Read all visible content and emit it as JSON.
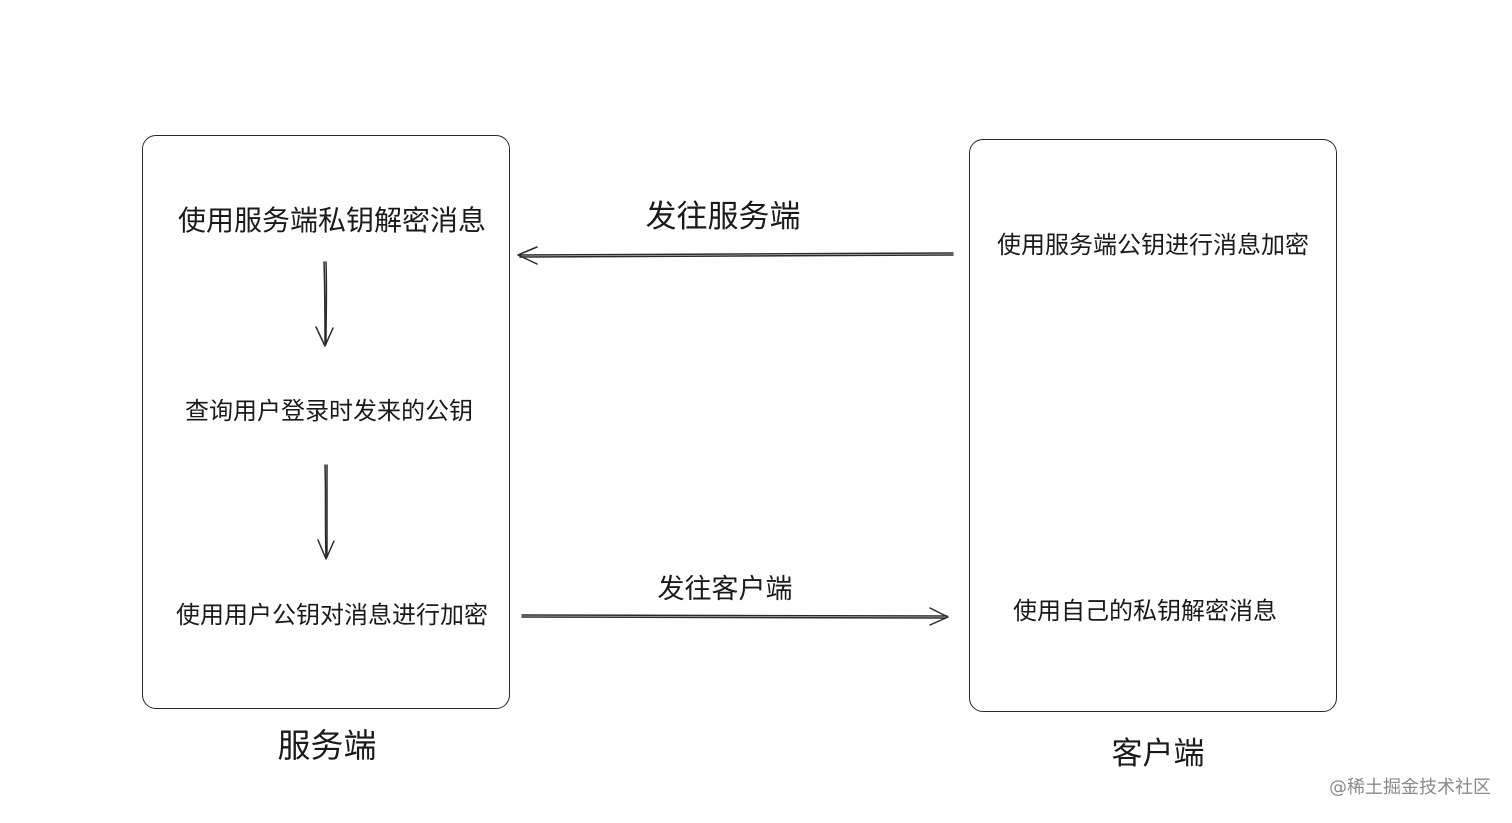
{
  "server": {
    "caption": "服务端",
    "steps": [
      "使用服务端私钥解密消息",
      "查询用户登录时发来的公钥",
      "使用用户公钥对消息进行加密"
    ]
  },
  "client": {
    "caption": "客户端",
    "steps": [
      "使用服务端公钥进行消息加密",
      "使用自己的私钥解密消息"
    ]
  },
  "flows": {
    "to_server": "发往服务端",
    "to_client": "发往客户端"
  },
  "watermark": "@稀土掘金技术社区",
  "colors": {
    "stroke": "#2a2a2a",
    "text": "#1a1a1a",
    "watermark": "#8a8a8a",
    "background": "#ffffff"
  }
}
